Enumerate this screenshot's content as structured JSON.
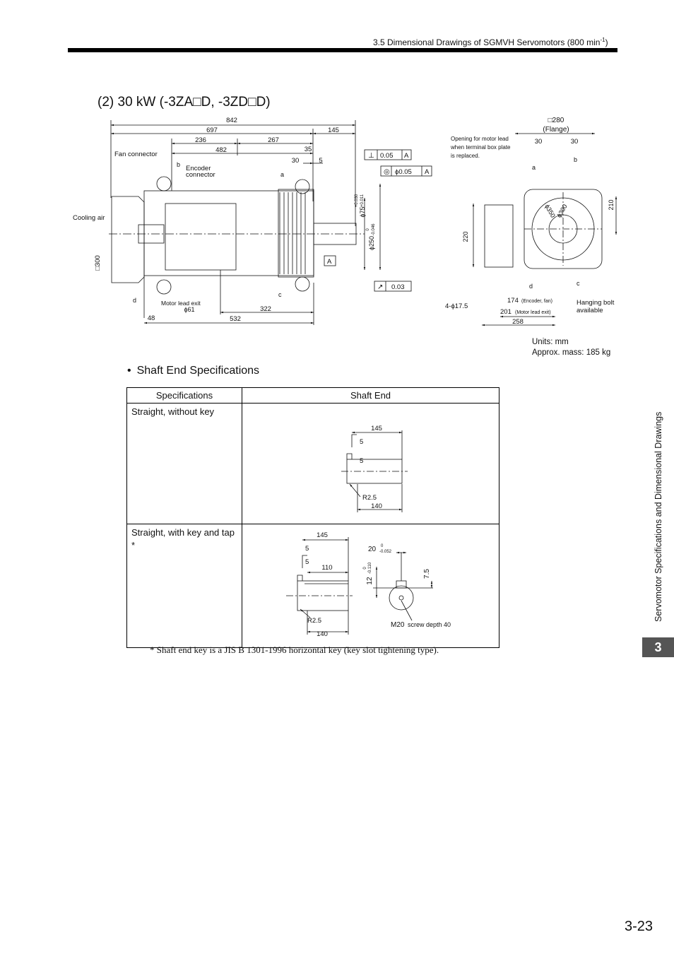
{
  "header": {
    "title": "3.5  Dimensional Drawings of SGMVH Servomotors (800 min",
    "title_sup": "-1",
    "title_end": ")"
  },
  "section": {
    "title": "(2) 30 kW (-3ZA□D, -3ZD□D)"
  },
  "drawing": {
    "dims": {
      "d842": "842",
      "d697": "697",
      "d145": "145",
      "d236": "236",
      "d267": "267",
      "d482": "482",
      "d35": "35",
      "d30": "30",
      "d5": "5",
      "d48": "48",
      "d532": "532",
      "d322": "322",
      "phi61": "ϕ61",
      "sq300": "□300",
      "phi75": "ϕ75",
      "phi75_tol_upper": "+0.030",
      "phi75_tol_lower": "+0.011",
      "phi250": "ϕ250",
      "phi250_tol_upper": "0",
      "phi250_tol_lower": "-0.046",
      "sq280": "□280",
      "flange": "(Flange)",
      "r30a": "30",
      "r30b": "30",
      "d210": "210",
      "d220": "220",
      "phi350": "ϕ350",
      "phi300": "ϕ300",
      "d174": "174",
      "d174_note": "(Encoder, fan)",
      "d201": "201",
      "d201_note": "(Motor lead exit)",
      "d258": "258",
      "holes": "4-ϕ17.5"
    },
    "tolerances": {
      "perp_value": "0.05",
      "perp_datum": "A",
      "conc_value": "ϕ0.05",
      "conc_datum": "A",
      "runout_value": "0.03",
      "datum_label": "A"
    },
    "labels": {
      "fan_connector": "Fan connector",
      "encoder_connector_1": "Encoder",
      "encoder_connector_2": "connector",
      "cooling_air": "Cooling air",
      "motor_lead_exit": "Motor lead exit",
      "opening_1": "Opening for motor lead",
      "opening_2": "when terminal box plate",
      "opening_3": "is replaced.",
      "hanging_1": "Hanging bolt",
      "hanging_2": "available",
      "mark_a": "a",
      "mark_b": "b",
      "mark_c": "c",
      "mark_d": "d"
    }
  },
  "units": {
    "line1": "Units: mm",
    "line2": "Approx. mass: 185 kg"
  },
  "shaft_section": {
    "bullet": "•",
    "title": "Shaft End Specifications"
  },
  "spec_table": {
    "headers": [
      "Specifications",
      "Shaft End"
    ],
    "rows": [
      {
        "spec": "Straight, without key",
        "dims": {
          "d145": "145",
          "d5a": "5",
          "d5b": "5",
          "r25": "R2.5",
          "d140": "140"
        }
      },
      {
        "spec": "Straight, with key and tap *",
        "dims": {
          "d145": "145",
          "d5a": "5",
          "d5b": "5",
          "d110": "110",
          "r25": "R2.5",
          "d140": "140",
          "d20": "20",
          "d20_tol_upper": "0",
          "d20_tol_lower": "-0.052",
          "d12": "12",
          "d12_tol_upper": "0",
          "d12_tol_lower": "-0.110",
          "d75": "7.5",
          "m20": "M20",
          "screw_depth": "screw depth 40"
        }
      }
    ]
  },
  "footnote": "*  Shaft end key is a JIS B 1301-1996 horizontal key (key slot tightening type).",
  "side_text": "Servomotor Specifications and Dimensional Drawings",
  "chapter_tab": "3",
  "page_number": "3-23"
}
